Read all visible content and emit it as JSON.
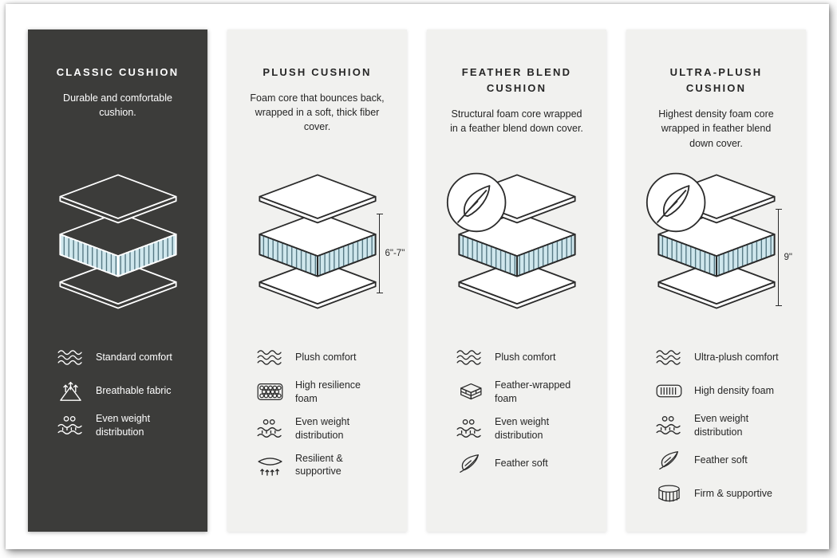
{
  "colors": {
    "dark_panel": "#3c3c3a",
    "light_panel": "#f1f1ef",
    "cushion_fill": "#cfe7ed",
    "outline_dark": "#2b2b2b",
    "outline_light": "#ffffff",
    "page_background": "#ffffff"
  },
  "columns": [
    {
      "id": "classic",
      "title": "CLASSIC CUSHION",
      "description": "Durable and comfortable cushion.",
      "diagram": {
        "measurement": null,
        "feather_badge": false
      },
      "features": [
        {
          "icon": "waves-icon",
          "label": "Standard comfort"
        },
        {
          "icon": "breathable-fabric-icon",
          "label": "Breathable fabric"
        },
        {
          "icon": "weight-distribution-icon",
          "label": "Even weight distribution"
        }
      ]
    },
    {
      "id": "plush",
      "title": "PLUSH CUSHION",
      "description": "Foam core that bounces back, wrapped in a soft, thick fiber cover.",
      "diagram": {
        "measurement": "6\"-7\"",
        "feather_badge": false
      },
      "features": [
        {
          "icon": "waves-icon",
          "label": "Plush comfort"
        },
        {
          "icon": "resilience-foam-icon",
          "label": "High resilience foam"
        },
        {
          "icon": "weight-distribution-icon",
          "label": "Even weight distribution"
        },
        {
          "icon": "spring-support-icon",
          "label": "Resilient & supportive"
        }
      ]
    },
    {
      "id": "feather-blend",
      "title": "FEATHER BLEND CUSHION",
      "description": "Structural foam core wrapped in a feather blend down cover.",
      "diagram": {
        "measurement": null,
        "feather_badge": true
      },
      "features": [
        {
          "icon": "waves-icon",
          "label": "Plush comfort"
        },
        {
          "icon": "feather-wrapped-foam-icon",
          "label": "Feather-wrapped foam"
        },
        {
          "icon": "weight-distribution-icon",
          "label": "Even weight distribution"
        },
        {
          "icon": "feather-icon",
          "label": "Feather soft"
        }
      ]
    },
    {
      "id": "ultra-plush",
      "title": "ULTRA-PLUSH CUSHION",
      "description": "Highest density foam core wrapped in feather blend down cover.",
      "diagram": {
        "measurement": "9\"",
        "feather_badge": true
      },
      "features": [
        {
          "icon": "waves-icon",
          "label": "Ultra-plush comfort"
        },
        {
          "icon": "density-foam-icon",
          "label": "High density foam"
        },
        {
          "icon": "weight-distribution-icon",
          "label": "Even weight distribution"
        },
        {
          "icon": "feather-icon",
          "label": "Feather soft"
        },
        {
          "icon": "coil-support-icon",
          "label": "Firm & supportive"
        }
      ]
    }
  ]
}
